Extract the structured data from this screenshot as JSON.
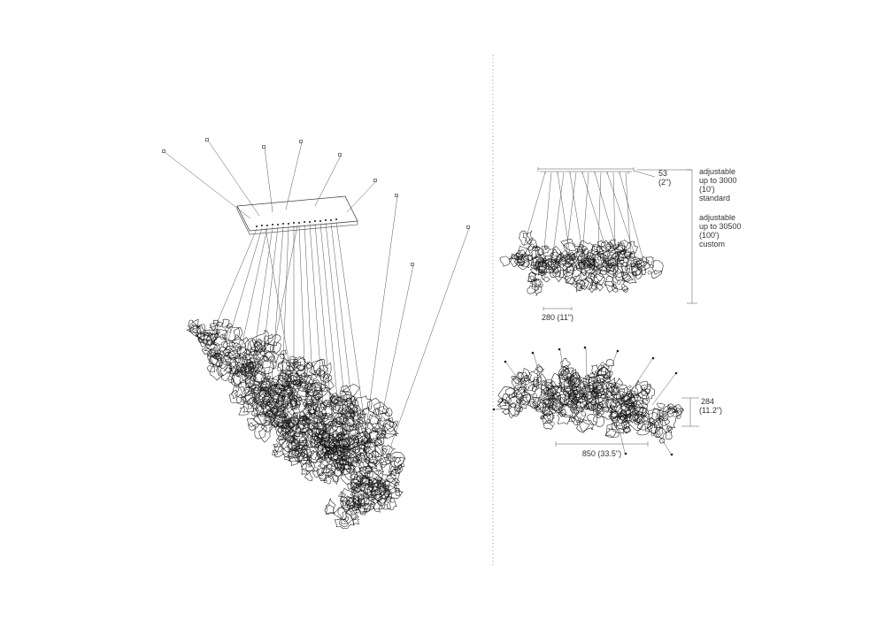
{
  "front_view": {
    "canopy_dim_value": "53",
    "canopy_dim_unit": "(2\")",
    "adjustable_standard": {
      "l1": "adjustable",
      "l2": "up to 3000",
      "l3": "(10')",
      "l4": "standard"
    },
    "adjustable_custom": {
      "l1": "adjustable",
      "l2": "up to 30500",
      "l3": "(100')",
      "l4": "custom"
    },
    "canopy_width_dim": "280 (11\")"
  },
  "side_view": {
    "width_dim": "850 (33.5\")",
    "height_dim_value": "284",
    "height_dim_unit": "(11.2\")"
  },
  "colors": {
    "line": "#1a1a1a",
    "text": "#333333",
    "divider": "#999999",
    "background": "#ffffff"
  }
}
